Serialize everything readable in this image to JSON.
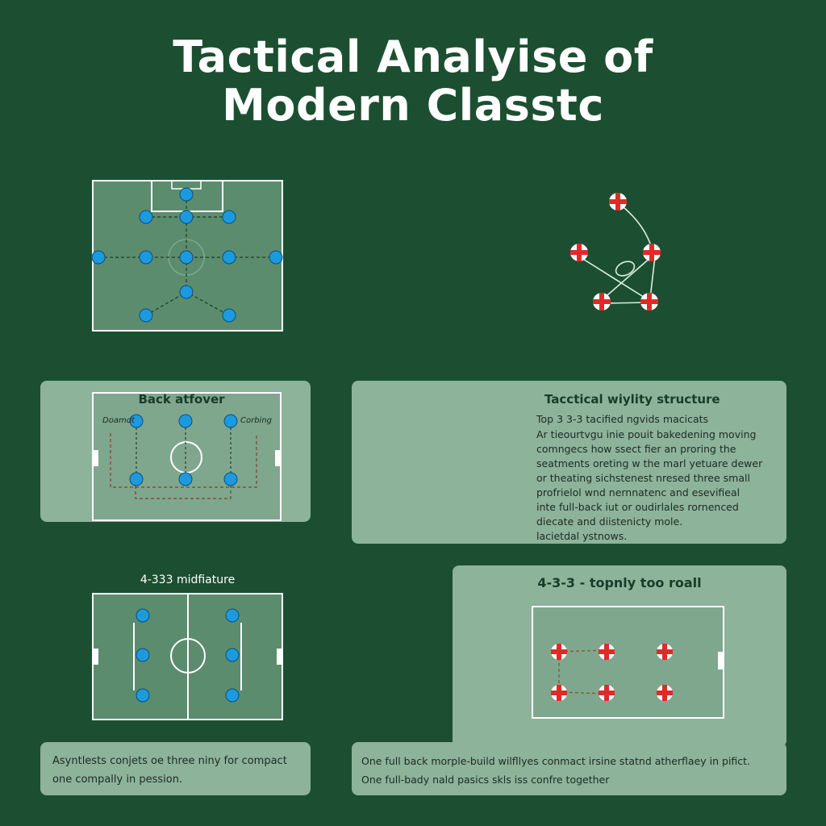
{
  "title": {
    "line1": "Tactical Analyise of",
    "line2": "Modern Classtc"
  },
  "back_panel": {
    "title": "Back atfover",
    "label_left": "Doamdt",
    "label_right": "Corbing"
  },
  "structure_panel": {
    "title": "Tacctical wiylity structure",
    "subtitle": "Top 3 3-3 tacified ngvids macicats",
    "lines": [
      "Ar tieourtvgu inie pouit bakedening moving",
      "comngecs how ssect fier an proring the",
      "seatments oreting w the marl yetuare dewer",
      "or theating sichstenest nresed three small",
      "profrielol wnd nernnatenc and esevifieal",
      "inte full-back iut or oudirlales rornenced",
      "diecate and diistenicty mole.",
      "lacietdal ystnows."
    ]
  },
  "midfield_label": "4-333 midfiature",
  "topology_panel": {
    "title": "4-3-3 - topnly too roall"
  },
  "bottom_left": {
    "lines": [
      "Asyntlests conjets oe three niny for compact",
      "one compally in pession."
    ]
  },
  "bottom_right": {
    "lines": [
      "One full back morple-build wilfllyes conmact irsine statnd atherflaey in pifict.",
      "One full-bady nald pasics skls iss confre together"
    ]
  },
  "colors": {
    "background": "#1c4f31",
    "panel": "#8db39b",
    "pitch": "#5b8c6e",
    "player_blue": "#1b9ae0",
    "player_red": "#e02a2a"
  }
}
